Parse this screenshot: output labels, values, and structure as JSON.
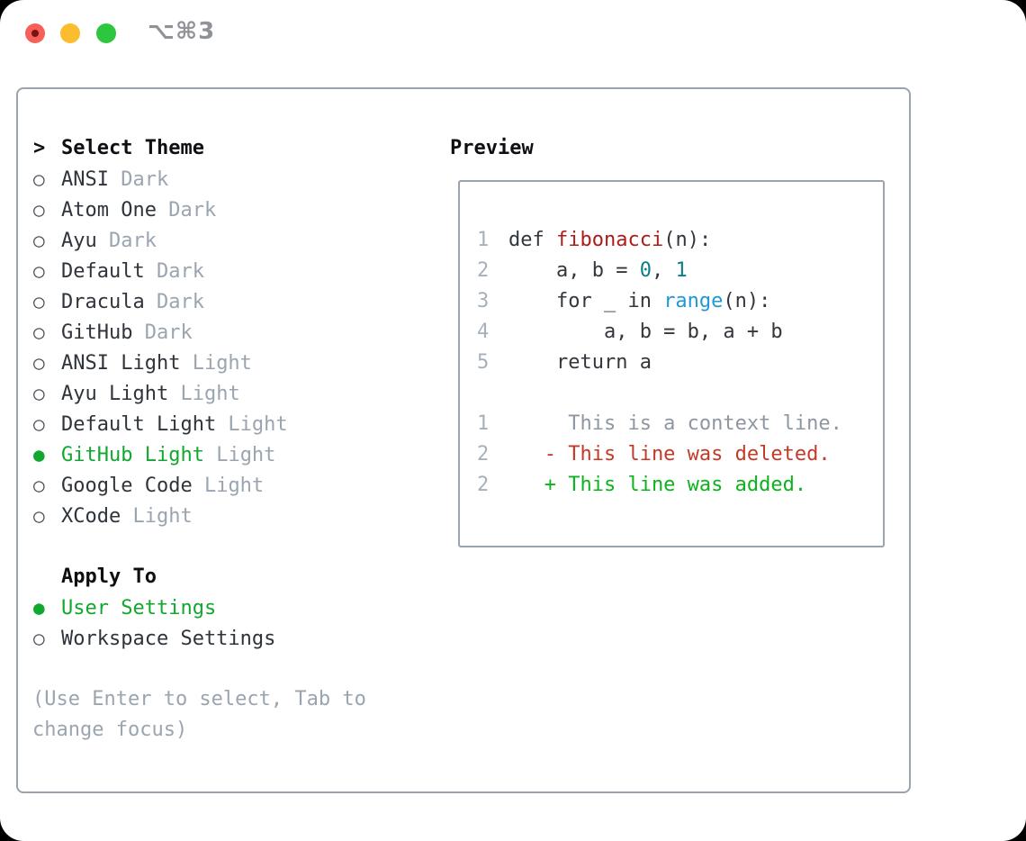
{
  "window": {
    "title": "⌥⌘3",
    "traffic_lights": [
      {
        "name": "close",
        "color": "#f7605a",
        "dot_color": "#7c120d"
      },
      {
        "name": "minimize",
        "color": "#fbbd2e"
      },
      {
        "name": "zoom",
        "color": "#2fc63f"
      }
    ]
  },
  "markers": {
    "header": ">",
    "selected": "●",
    "unselected": "○"
  },
  "theme_panel": {
    "header_label": "Select Theme",
    "themes": [
      {
        "name": "ANSI",
        "variant": "Dark",
        "selected": false
      },
      {
        "name": "Atom One",
        "variant": "Dark",
        "selected": false
      },
      {
        "name": "Ayu",
        "variant": "Dark",
        "selected": false
      },
      {
        "name": "Default",
        "variant": "Dark",
        "selected": false
      },
      {
        "name": "Dracula",
        "variant": "Dark",
        "selected": false
      },
      {
        "name": "GitHub",
        "variant": "Dark",
        "selected": false
      },
      {
        "name": "ANSI Light",
        "variant": "Light",
        "selected": false
      },
      {
        "name": "Ayu Light",
        "variant": "Light",
        "selected": false
      },
      {
        "name": "Default Light",
        "variant": "Light",
        "selected": false
      },
      {
        "name": "GitHub Light",
        "variant": "Light",
        "selected": true
      },
      {
        "name": "Google Code",
        "variant": "Light",
        "selected": false
      },
      {
        "name": "XCode",
        "variant": "Light",
        "selected": false
      }
    ],
    "apply_to": {
      "label": "Apply To",
      "options": [
        {
          "name": "User Settings",
          "selected": true
        },
        {
          "name": "Workspace Settings",
          "selected": false
        }
      ]
    },
    "help": {
      "line1": "(Use Enter to select, Tab to",
      "line2": "change focus)"
    }
  },
  "preview": {
    "label": "Preview",
    "code_lines": [
      {
        "ln": "1",
        "segments": [
          {
            "t": "def ",
            "c": "plain"
          },
          {
            "t": "fibonacci",
            "c": "func"
          },
          {
            "t": "(n):",
            "c": "plain"
          }
        ]
      },
      {
        "ln": "2",
        "segments": [
          {
            "t": "    a, b = ",
            "c": "plain"
          },
          {
            "t": "0",
            "c": "num"
          },
          {
            "t": ", ",
            "c": "plain"
          },
          {
            "t": "1",
            "c": "num"
          }
        ]
      },
      {
        "ln": "3",
        "segments": [
          {
            "t": "    for _ in ",
            "c": "plain"
          },
          {
            "t": "range",
            "c": "builtin"
          },
          {
            "t": "(n):",
            "c": "plain"
          }
        ]
      },
      {
        "ln": "4",
        "segments": [
          {
            "t": "        a, b = b, a + b",
            "c": "plain"
          }
        ]
      },
      {
        "ln": "5",
        "segments": [
          {
            "t": "    return a",
            "c": "plain"
          }
        ]
      },
      {
        "ln": "",
        "segments": []
      },
      {
        "ln": "1",
        "segments": [
          {
            "t": "     This is a context line.",
            "c": "ctx"
          }
        ]
      },
      {
        "ln": "2",
        "segments": [
          {
            "t": "   - This line was deleted.",
            "c": "del"
          }
        ]
      },
      {
        "ln": "2",
        "segments": [
          {
            "t": "   + This line was added.",
            "c": "add"
          }
        ]
      }
    ]
  },
  "colors": {
    "accent_green": "#12a72e",
    "added_green": "#0db31e",
    "deleted_red": "#c43a29",
    "function_red": "#ad1d17",
    "number_teal": "#0e7e86",
    "builtin_blue": "#1f98d3",
    "context_gray": "#8d97a2",
    "line_number_gray": "#a6b0bb",
    "muted_gray": "#9aa5b1",
    "border_gray": "#9aa3ae",
    "title_gray": "#8f9297"
  }
}
